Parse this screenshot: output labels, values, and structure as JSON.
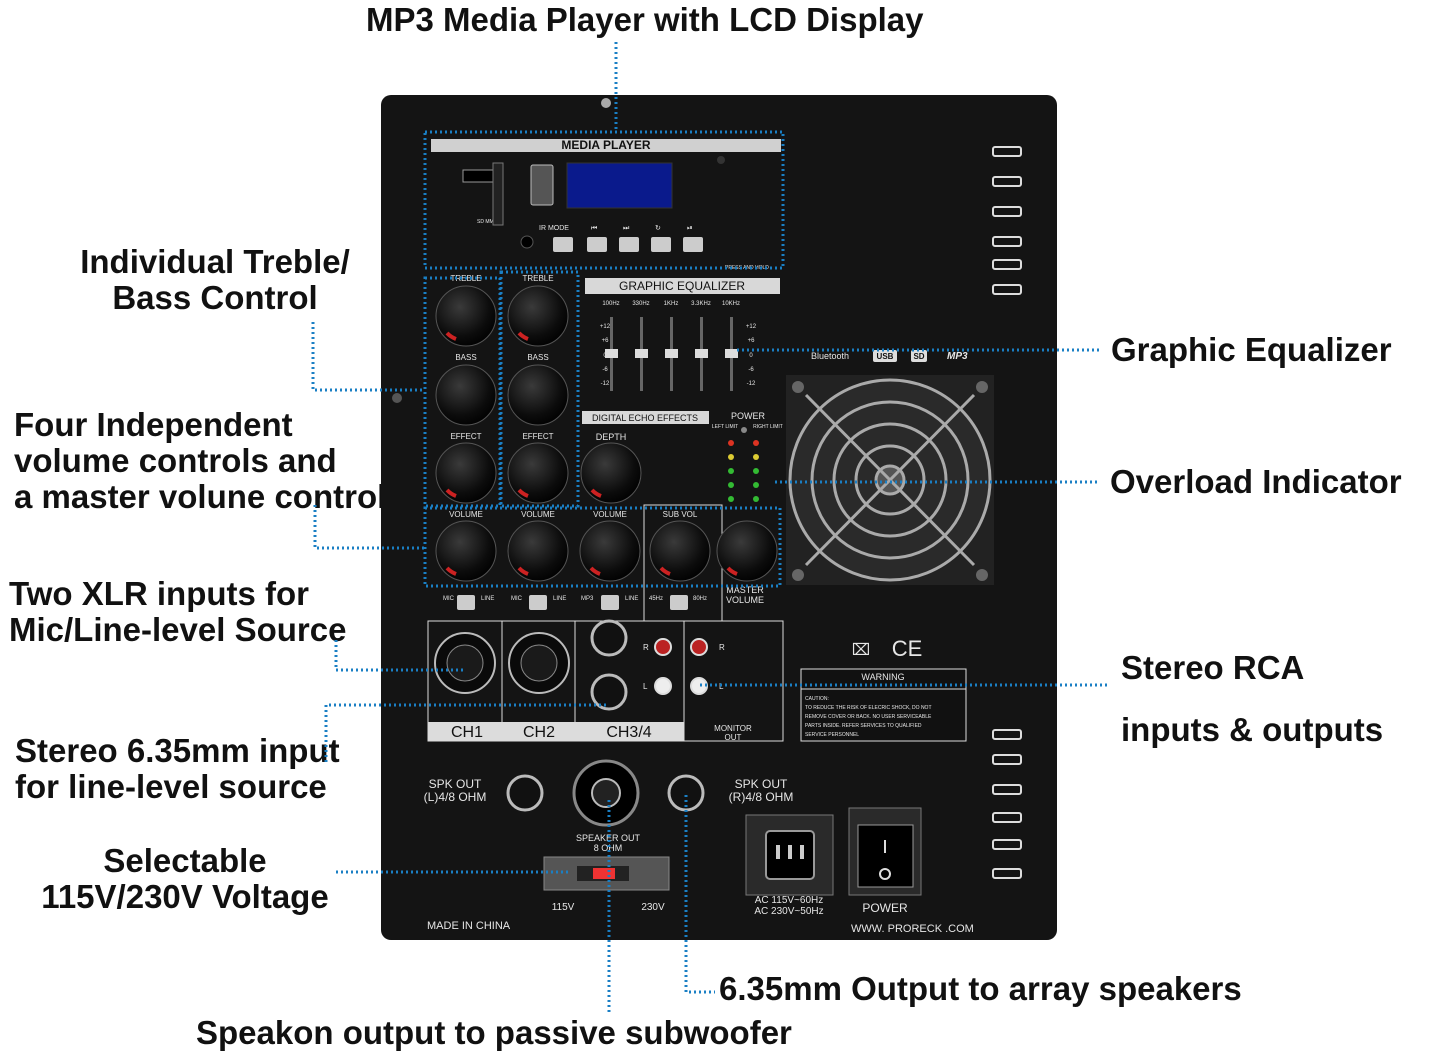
{
  "callouts": {
    "mp3": "MP3 Media Player with LCD Display",
    "treble_bass_1": "Individual Treble/",
    "treble_bass_2": "Bass Control",
    "volume_1": "Four Independent",
    "volume_2": "volume controls and",
    "volume_3": "a master volune control",
    "xlr_1": "Two XLR inputs for",
    "xlr_2": "Mic/Line-level Source",
    "jack_1": "Stereo 6.35mm input",
    "jack_2": "for line-level source",
    "voltage_1": "Selectable",
    "voltage_2": "115V/230V Voltage",
    "speakon": "Speakon output to passive subwoofer",
    "geq": "Graphic Equalizer",
    "overload": "Overload Indicator",
    "rca_1": "Stereo RCA",
    "rca_2": "inputs & outputs",
    "array": "6.35mm Output to array speakers"
  },
  "panel": {
    "media_player": "MEDIA PLAYER",
    "sd": "SD MMC",
    "ir_mode": "IR MODE",
    "press_hold": "PRESS AND HOLD",
    "graphic_eq": "GRAPHIC EQUALIZER",
    "eq_bands": [
      "100Hz",
      "330Hz",
      "1KHz",
      "3.3KHz",
      "10KHz"
    ],
    "eq_scale": [
      "+12",
      "+6",
      "0",
      "-6",
      "-12"
    ],
    "treble": "TREBLE",
    "bass": "BASS",
    "effect": "EFFECT",
    "digital_echo": "DIGITAL ECHO EFFECTS",
    "depth": "DEPTH",
    "power_led": "POWER",
    "left_limit": "LEFT LIMIT",
    "right_limit": "RIGHT LIMIT",
    "volume": "VOLUME",
    "sub_vol": "SUB VOL",
    "master_volume_1": "MASTER",
    "master_volume_2": "VOLUME",
    "mic": "MIC",
    "line": "LINE",
    "mp3": "MP3",
    "hz45": "45Hz",
    "hz80": "80Hz",
    "bluetooth": "Bluetooth",
    "usb": "USB",
    "sd_logo": "SD",
    "mp3_logo": "MP3",
    "ch1": "CH1",
    "ch2": "CH2",
    "ch34": "CH3/4",
    "monitor_out_1": "MONITOR",
    "monitor_out_2": "OUT",
    "rca_r": "R",
    "rca_l": "L",
    "ce": "CE",
    "warning_title": "WARNING",
    "warning_1": "CAUTION:",
    "warning_2": "TO REDUCE THE RISK OF ELECRIC SHOCK, DO NOT",
    "warning_3": "REMOVE COVER OR BACK. NO USER SERVICEABLE",
    "warning_4": "PARTS INSIDE. REFER SERVICES TO QUALIFIED",
    "warning_5": "SERVICE PERSONNEL",
    "spk_l_1": "SPK OUT",
    "spk_l_2": "(L)4/8 OHM",
    "spk_r_1": "SPK OUT",
    "spk_r_2": "(R)4/8 OHM",
    "speaker_out_1": "SPEAKER OUT",
    "speaker_out_2": "8 OHM",
    "v115": "115V",
    "v230": "230V",
    "ac_1": "AC 115V~60Hz",
    "ac_2": "AC 230V~50Hz",
    "power": "POWER",
    "made_in": "MADE IN CHINA",
    "website": "WWW. PRORECK .COM"
  },
  "colors": {
    "leader": "#1a7fc4",
    "panel": "#141414",
    "text": "#111111"
  }
}
